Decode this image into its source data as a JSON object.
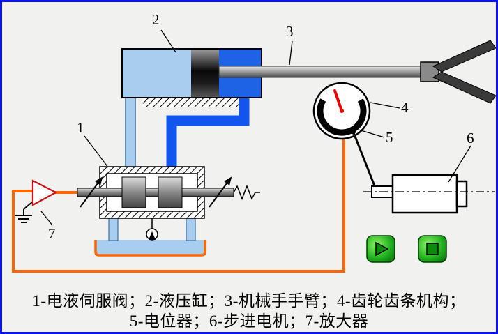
{
  "window": {
    "background_color": "#f1f1ef",
    "border_color": "#0a14f5"
  },
  "component_labels": {
    "servo_valve": "1",
    "hydraulic_cylinder": "2",
    "manipulator_arm": "3",
    "gear_rack_mechanism": "4",
    "potentiometer": "5",
    "stepper_motor": "6",
    "amplifier": "7"
  },
  "caption": {
    "line1": "1-电液伺服阀；2-液压缸；3-机械手手臂；4-齿轮齿条机构；",
    "line2": "5-电位器；6-步进电机；7-放大器"
  },
  "controls": {
    "play_icon": "play-triangle",
    "stop_icon": "stop-square",
    "button_color": "#1fae1f"
  },
  "colors": {
    "feedback_wire": "#ff6600",
    "pressure_pipe": "#1155ee",
    "fluid_light": "#a9cdee",
    "gauge_needle": "#ee0000",
    "tank_outline": "#ff6600",
    "amplifier_outline": "#cc1111"
  }
}
